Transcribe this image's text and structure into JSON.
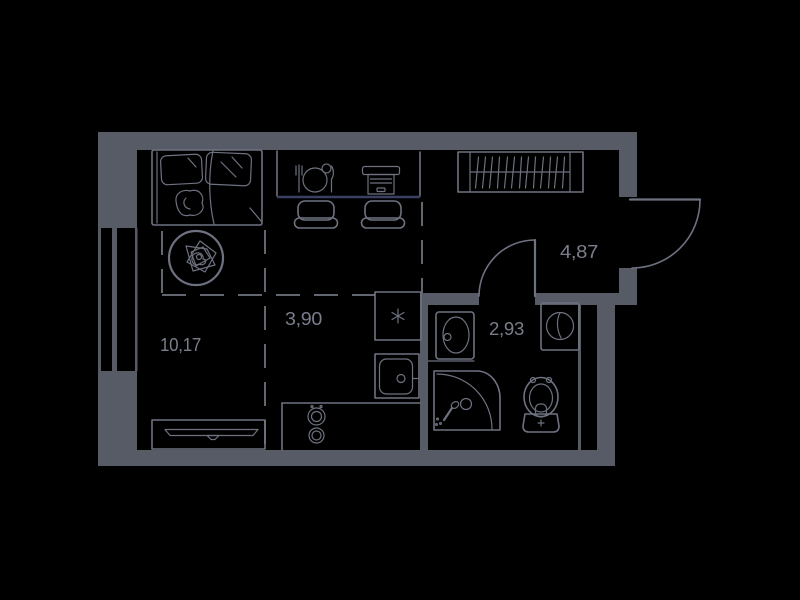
{
  "plan": {
    "type": "studio-apartment-floor-plan",
    "rooms": [
      {
        "id": "living-room",
        "area": "10,17"
      },
      {
        "id": "kitchen",
        "area": "3,90"
      },
      {
        "id": "bathroom",
        "area": "2,93"
      },
      {
        "id": "hallway",
        "area": "4,87"
      }
    ],
    "fixtures": [
      "bed",
      "pillows",
      "blanket",
      "side-table-plant",
      "window",
      "dining-counter",
      "place-setting",
      "laptop",
      "chair",
      "wardrobe-hangers",
      "entrance-door",
      "bathroom-door",
      "fridge-snowflake",
      "kitchen-sink",
      "stove-burners",
      "tv-stand",
      "tv",
      "bathroom-sink",
      "washing-machine",
      "shower",
      "toilet"
    ],
    "colors": {
      "background": "#000000",
      "wall": "#575b66",
      "line": "#6e7280",
      "line_dim": "#62666f",
      "accent": "#3b3f63",
      "text": "#7a7e8a"
    }
  }
}
